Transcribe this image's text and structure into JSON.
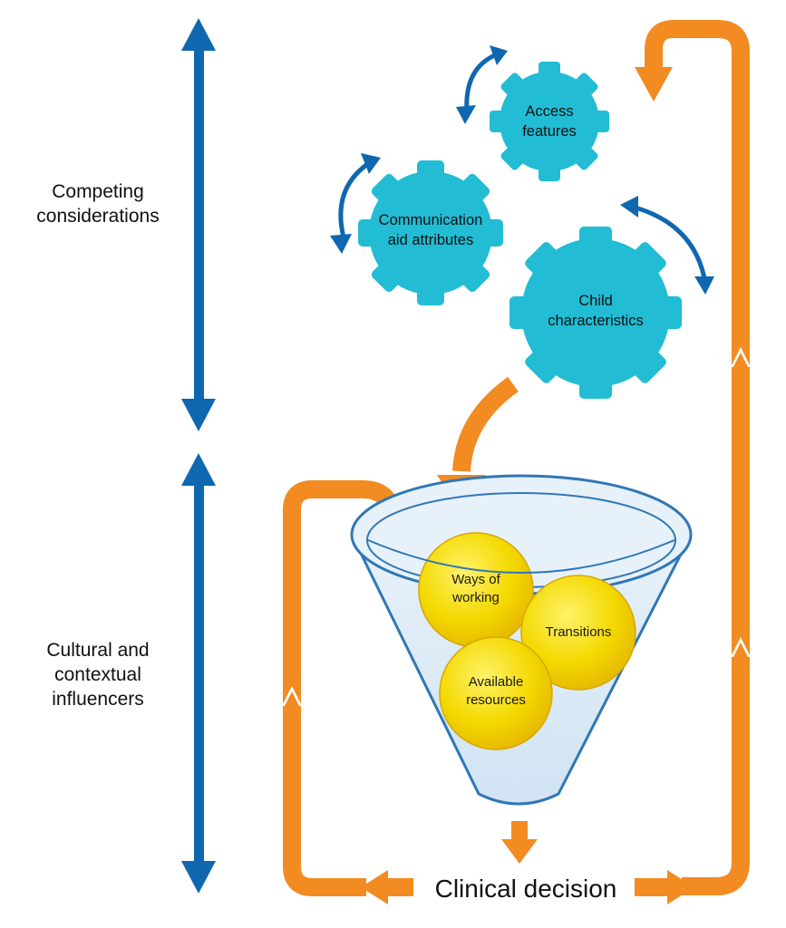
{
  "side_labels": {
    "competing": "Competing\nconsiderations",
    "cultural": "Cultural and\ncontextual\ninfluencers"
  },
  "gears": {
    "access": "Access\nfeatures",
    "communication": "Communication\naid attributes",
    "child": "Child\ncharacteristics"
  },
  "balls": {
    "ways": "Ways of\nworking",
    "transitions": "Transitions",
    "resources": "Available\nresources"
  },
  "decision": "Clinical decision",
  "colors": {
    "blue_arrow": "#0f67b0",
    "orange_arrow": "#f28b22",
    "gear": "#22bcd4",
    "funnel_outline": "#2f77b6",
    "funnel_fill": "#d9eaf6",
    "ball": "#f2d600"
  },
  "icons": {
    "double_arrow": "vertical-double-arrow",
    "rotation_arrow": "curved-double-arrow",
    "gear": "gear-cog",
    "funnel": "funnel"
  }
}
